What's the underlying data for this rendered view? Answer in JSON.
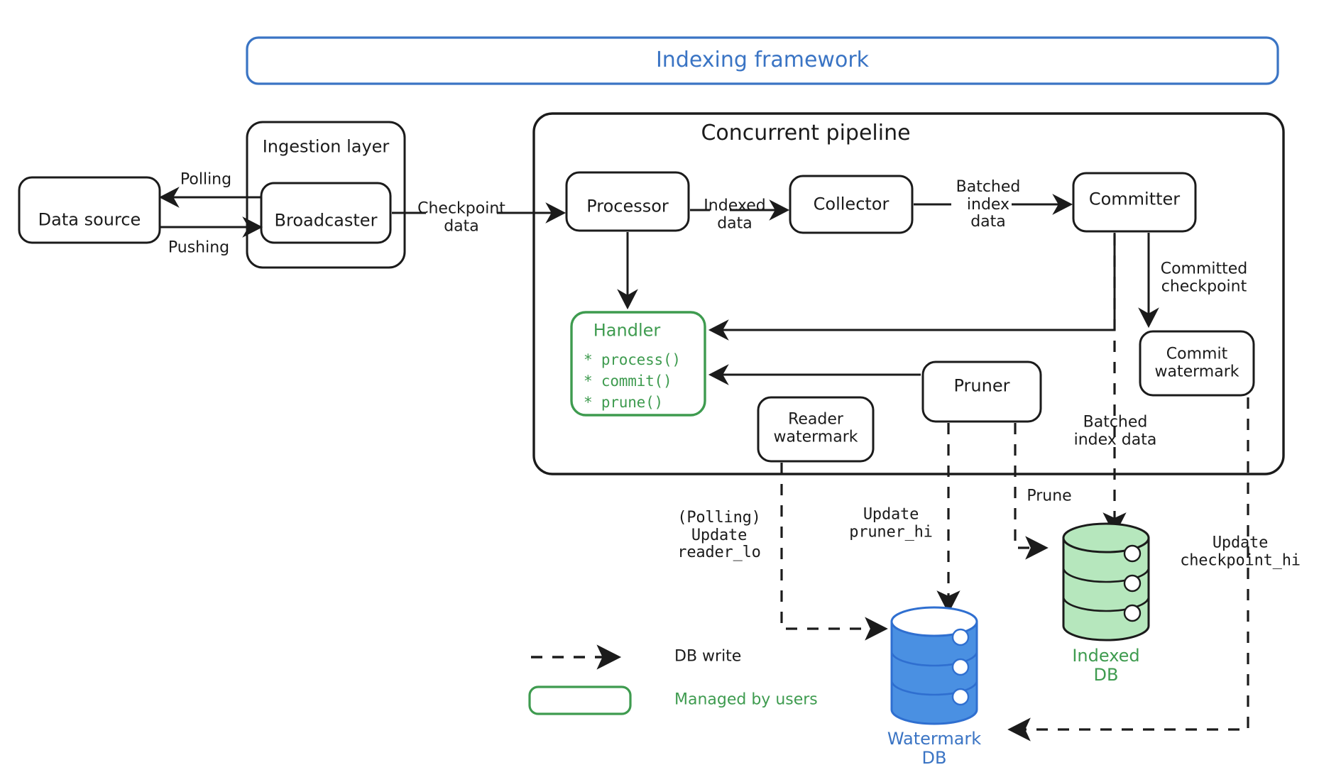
{
  "diagram": {
    "title": "Indexing framework",
    "colors": {
      "blue": "#3a74c4",
      "green": "#3e9b4f",
      "ink": "#1b1b1b",
      "db_blue_fill": "#4a90e2",
      "db_green_fill": "#b6e7bd",
      "background": "#ffffff"
    },
    "containers": {
      "framework": "Indexing framework",
      "ingestion_layer": "Ingestion layer",
      "concurrent_pipeline": "Concurrent pipeline"
    },
    "nodes": {
      "data_source": "Data source",
      "broadcaster": "Broadcaster",
      "processor": "Processor",
      "collector": "Collector",
      "committer": "Committer",
      "commit_watermark": "Commit\nwatermark",
      "reader_watermark": "Reader\nwatermark",
      "pruner": "Pruner",
      "handler_title": "Handler",
      "handler_methods": [
        "* process()",
        "* commit()",
        "* prune()"
      ]
    },
    "databases": {
      "indexed_db": "Indexed\nDB",
      "watermark_db": "Watermark\nDB"
    },
    "edge_labels": {
      "polling": "Polling",
      "pushing": "Pushing",
      "checkpoint_data": "Checkpoint\ndata",
      "indexed_data": "Indexed\ndata",
      "batched_index_data": "Batched\nindex\ndata",
      "committed_checkpoint": "Committed\ncheckpoint",
      "batched_index_data_db": "Batched\nindex data",
      "prune": "Prune",
      "polling_update_reader_lo": "(Polling)\nUpdate\nreader_lo",
      "update_pruner_hi": "Update\npruner_hi",
      "update_checkpoint_hi": "Update\ncheckpoint_hi"
    },
    "legend": {
      "db_write": "DB write",
      "managed_by_users": "Managed by users"
    }
  }
}
